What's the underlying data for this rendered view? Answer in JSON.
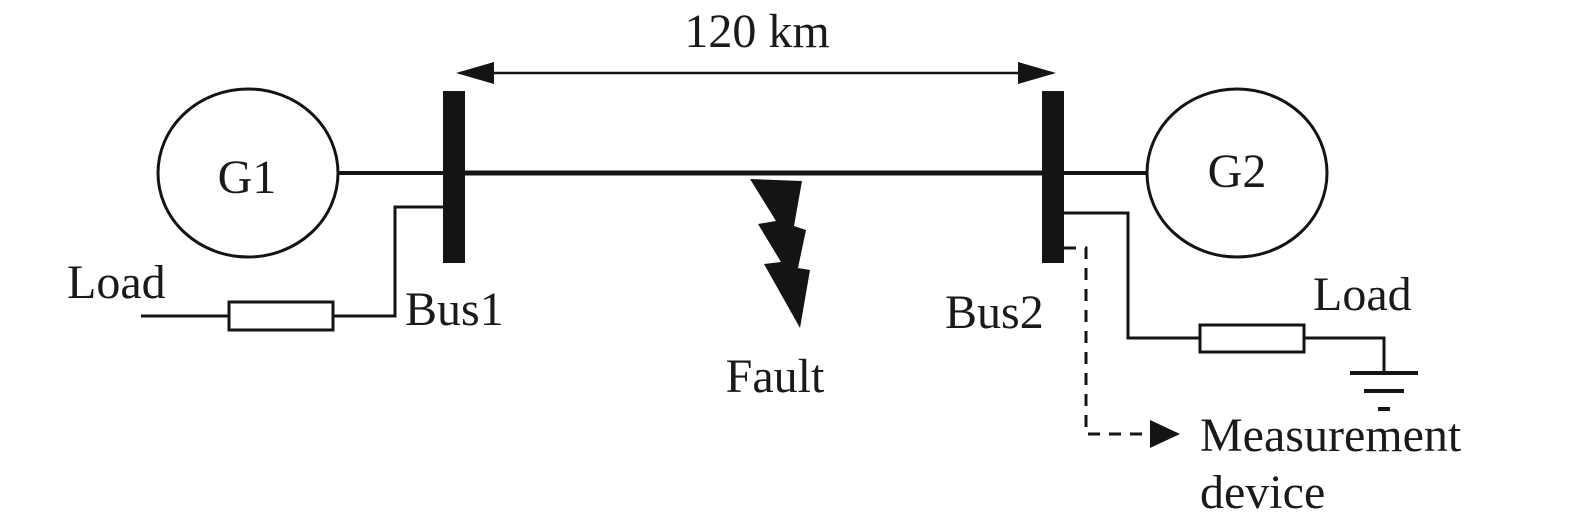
{
  "diagram": {
    "distance_label": "120 km",
    "generator_left": "G1",
    "generator_right": "G2",
    "bus_left": "Bus1",
    "bus_right": "Bus2",
    "load_left": "Load",
    "load_right": "Load",
    "fault": "Fault",
    "measurement_line1": "Measurement",
    "measurement_line2": "device"
  },
  "colors": {
    "stroke": "#141414",
    "background": "#ffffff"
  }
}
